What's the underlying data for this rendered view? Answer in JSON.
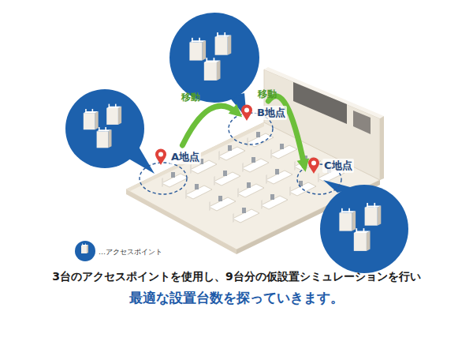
{
  "diagram": {
    "nodes": [
      {
        "text": [
          "A地点"
        ]
      },
      {
        "text": [
          "B地点"
        ]
      },
      {
        "text": [
          "C地点"
        ]
      }
    ],
    "edges": [
      {
        "from": 0,
        "to": 1,
        "arrow": "to",
        "label": "移動"
      },
      {
        "from": 1,
        "to": 2,
        "arrow": "to",
        "label": "移動"
      }
    ],
    "labels": [
      "3台のアクセスポイントを使用し、9台分の仮設置シミュレーションを行い",
      "最適な設置台数を探っていきます。"
    ],
    "legend": [
      {
        "text": "…アクセスポイント"
      }
    ]
  }
}
